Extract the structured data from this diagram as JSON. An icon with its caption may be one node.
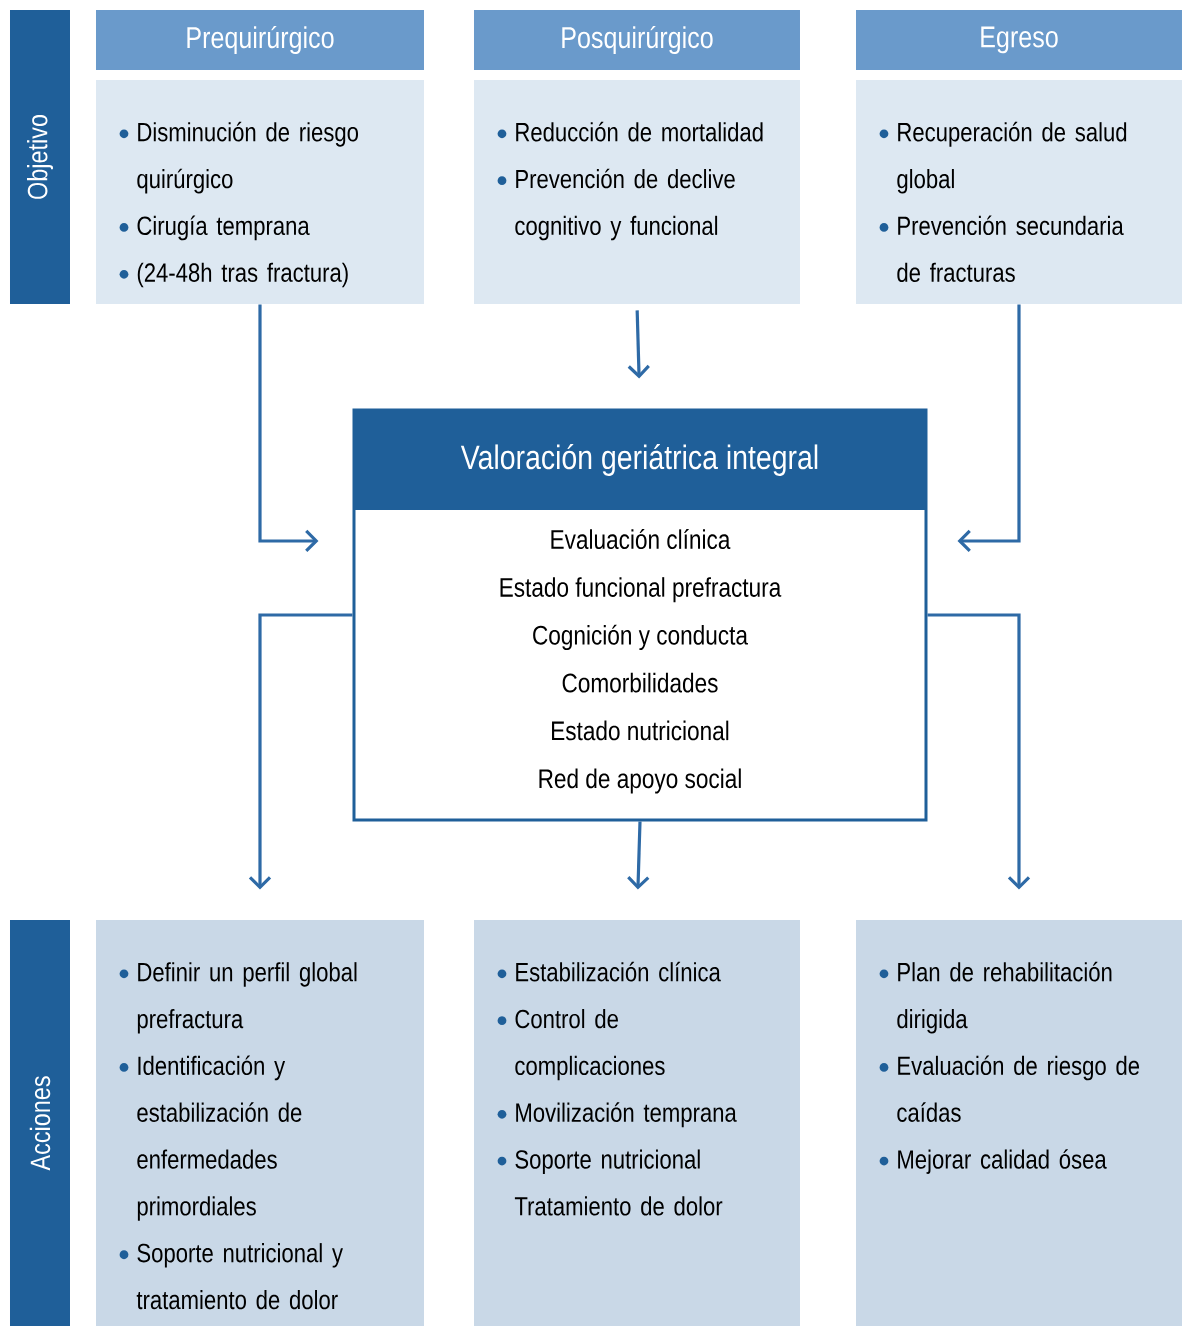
{
  "diagram": {
    "nodes": [
      {
        "text": [
          "Objetivo"
        ]
      },
      {
        "text": [
          "Prequirúrgico"
        ]
      },
      {
        "text": [
          "Posquirúrgico"
        ]
      },
      {
        "text": [
          "Egreso"
        ]
      },
      {
        "text": [
          "Disminución de riesgo quirúrgico",
          "Cirugía temprana",
          "(24-48h tras fractura)"
        ]
      },
      {
        "text": [
          "Reducción de mortalidad",
          "Prevención de declive cognitivo y funcional"
        ]
      },
      {
        "text": [
          "Recuperación de salud global",
          "Prevención secundaria de fracturas"
        ]
      },
      {
        "text": [
          "Valoración geriátrica integral",
          "Evaluación clínica",
          "Estado funcional prefractura",
          "Cognición y conducta",
          "Comorbilidades",
          "Estado nutricional",
          "Red de apoyo social"
        ]
      },
      {
        "text": [
          "Acciones"
        ]
      },
      {
        "text": [
          "Definir un perfil global prefractura",
          "Identificación y estabilización de enfermedades primordiales",
          "Soporte nutricional y tratamiento de dolor"
        ]
      },
      {
        "text": [
          "Estabilización clínica",
          "Control de complicaciones",
          "Movilización temprana",
          "Soporte nutricional Tratamiento de dolor"
        ]
      },
      {
        "text": [
          "Plan de rehabilitación dirigida",
          "Evaluación de riesgo de caídas",
          "Mejorar calidad ósea"
        ]
      }
    ],
    "edges": [
      {
        "from": 4,
        "to": 7,
        "arrow": "to"
      },
      {
        "from": 5,
        "to": 7,
        "arrow": "to"
      },
      {
        "from": 6,
        "to": 7,
        "arrow": "to"
      },
      {
        "from": 7,
        "to": 9,
        "arrow": "to"
      },
      {
        "from": 7,
        "to": 10,
        "arrow": "to"
      },
      {
        "from": 7,
        "to": 11,
        "arrow": "to"
      }
    ]
  }
}
